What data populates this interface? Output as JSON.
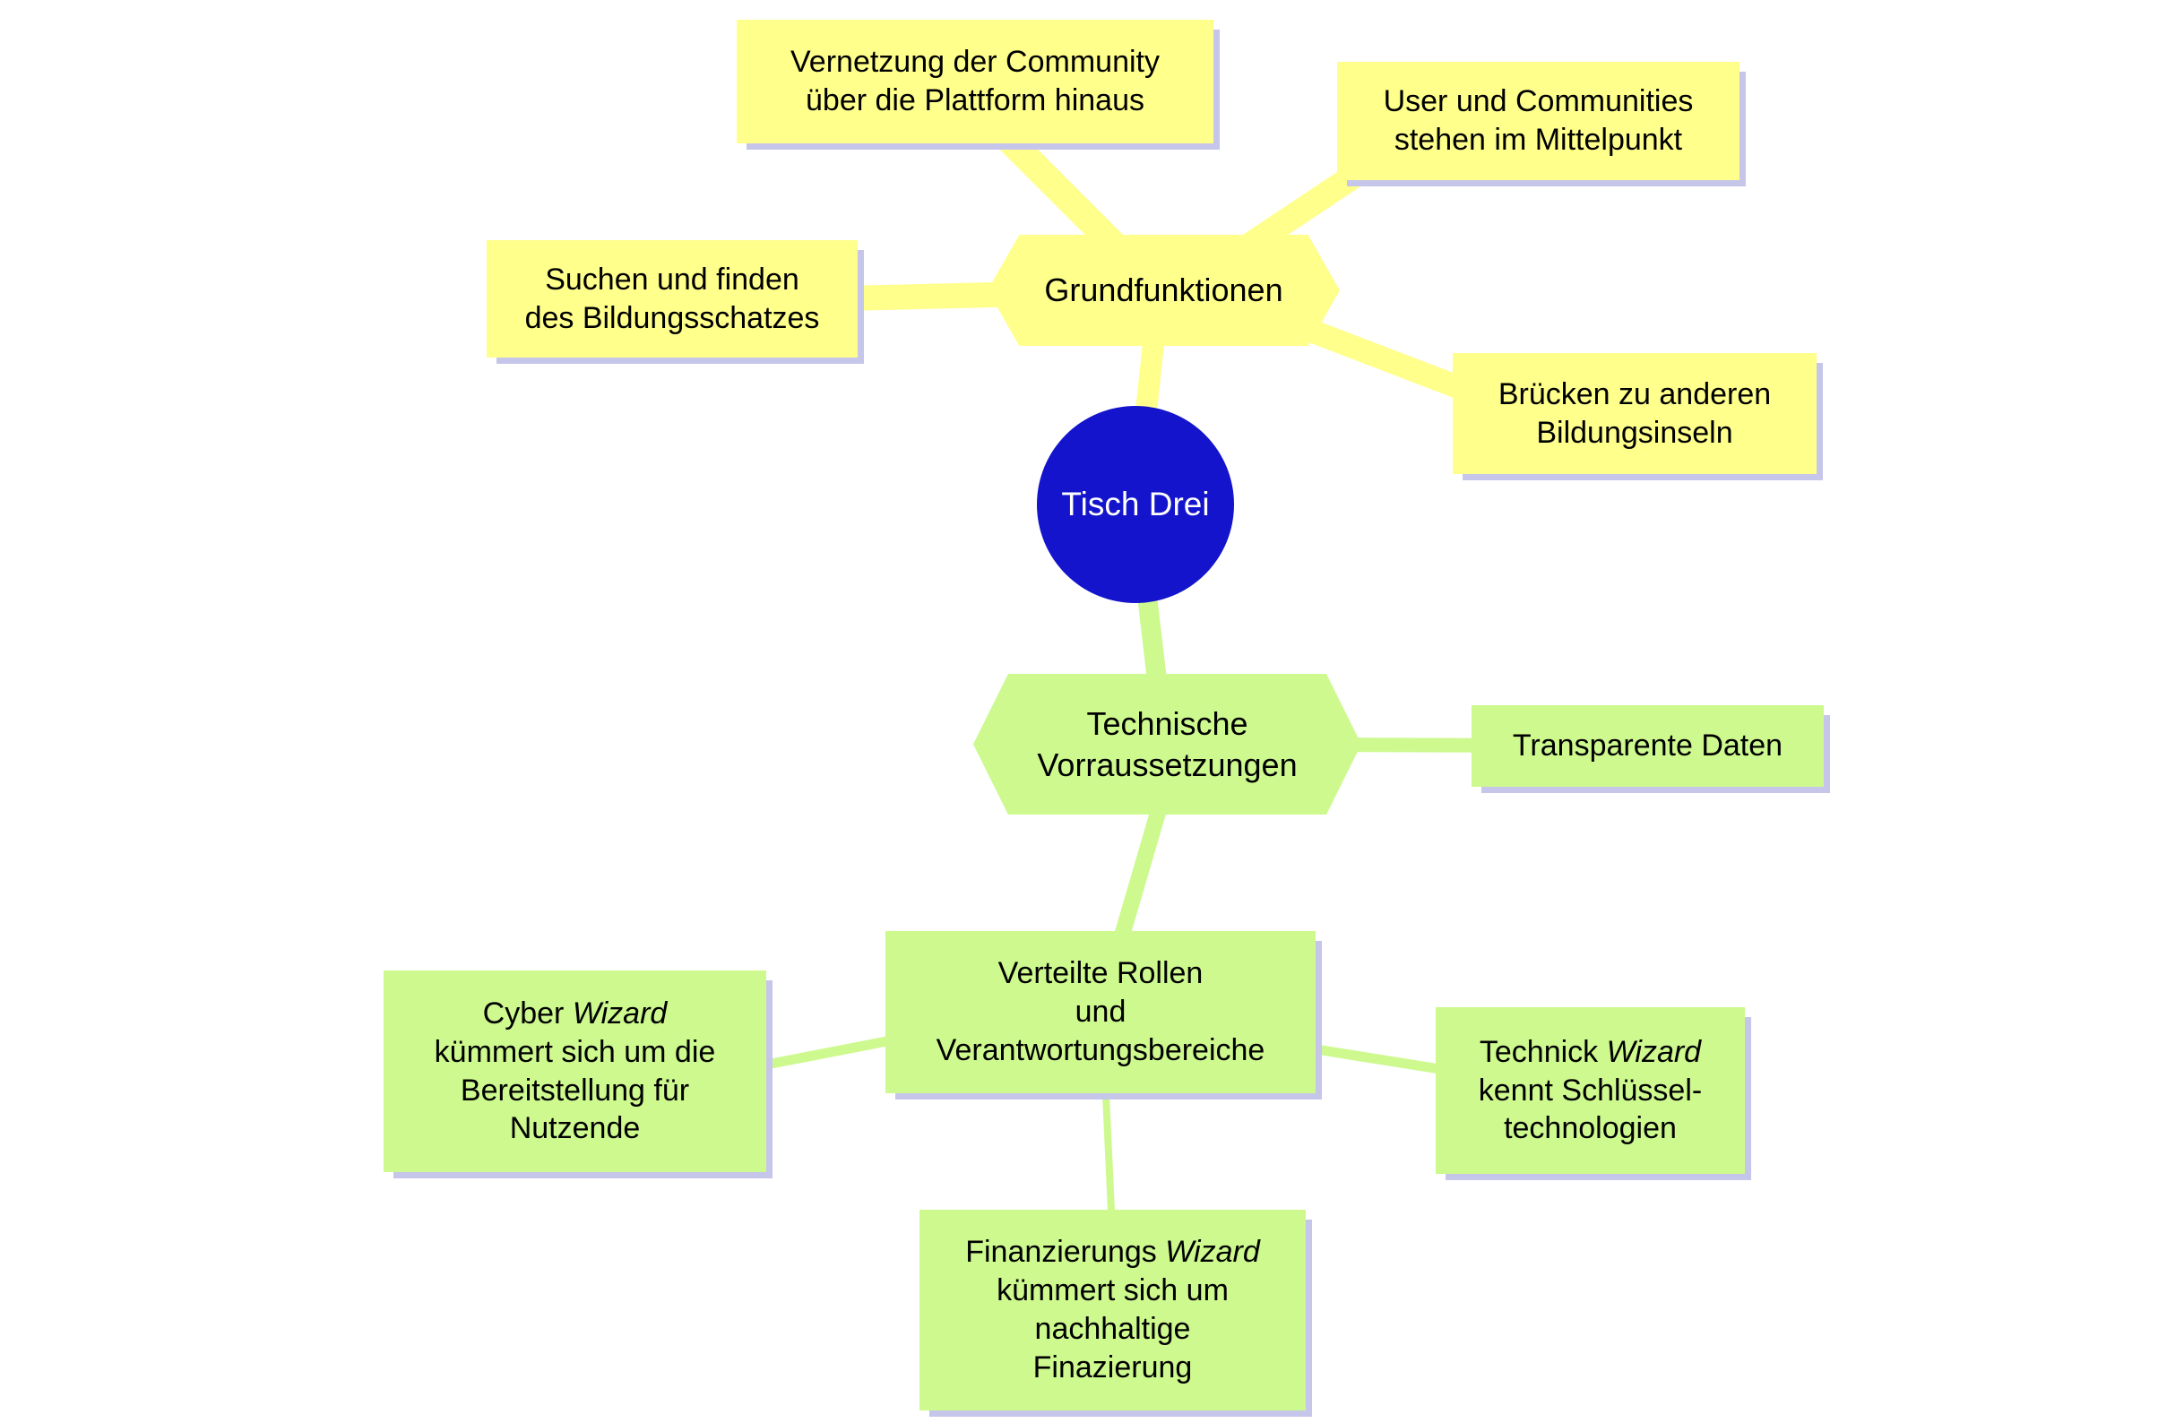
{
  "diagram": {
    "title": "Tisch Drei Mindmap",
    "colors": {
      "background": "#ffffff",
      "yellow_fill": "#ffff8c",
      "green_fill": "#cdf98e",
      "root_fill": "#1414cc",
      "root_text": "#ffffff",
      "text": "#000000",
      "shadow": "#c6c6ea"
    },
    "root": {
      "label": "Tisch Drei"
    },
    "nodes": {
      "grundfunktionen": {
        "label": "Grundfunktionen"
      },
      "vernetzung": {
        "label": "Vernetzung der Community\nüber die Plattform hinaus"
      },
      "user_communities": {
        "label": "User und Communities\nstehen im Mittelpunkt"
      },
      "suchen": {
        "label": "Suchen und finden\ndes Bildungsschatzes"
      },
      "bruecken": {
        "label": "Brücken zu anderen\nBildungsinseln"
      },
      "technische": {
        "label": "Technische\nVorraussetzungen"
      },
      "transparente": {
        "label": "Transparente Daten"
      },
      "verteilte": {
        "label": "Verteilte Rollen\nund\nVerantwortungsbereiche"
      },
      "cyber_wizard": {
        "pre": "Cyber ",
        "italic": "Wizard",
        "post": "\nkümmert sich um die\nBereitstellung für\nNutzende"
      },
      "technick_wizard": {
        "pre": "Technick ",
        "italic": "Wizard",
        "post": "\nkennt Schlüssel-\ntechnologien"
      },
      "finanzierungs_wizard": {
        "pre": "Finanzierungs ",
        "italic": "Wizard",
        "post": "\nkümmert sich um\nnachhaltige\nFinazierung"
      }
    },
    "edges": [
      {
        "from": "root",
        "to": "grundfunktionen"
      },
      {
        "from": "grundfunktionen",
        "to": "vernetzung"
      },
      {
        "from": "grundfunktionen",
        "to": "user_communities"
      },
      {
        "from": "grundfunktionen",
        "to": "suchen"
      },
      {
        "from": "grundfunktionen",
        "to": "bruecken"
      },
      {
        "from": "root",
        "to": "technische"
      },
      {
        "from": "technische",
        "to": "transparente"
      },
      {
        "from": "technische",
        "to": "verteilte"
      },
      {
        "from": "verteilte",
        "to": "cyber_wizard"
      },
      {
        "from": "verteilte",
        "to": "technick_wizard"
      },
      {
        "from": "verteilte",
        "to": "finanzierungs_wizard"
      }
    ]
  }
}
